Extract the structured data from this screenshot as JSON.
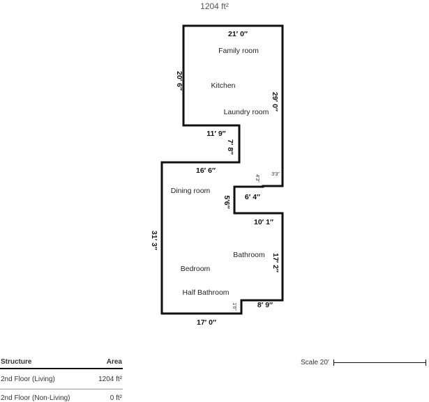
{
  "total_area": "1204 ft²",
  "rooms": {
    "family_room": "Family room",
    "kitchen": "Kitchen",
    "laundry_room": "Laundry room",
    "dining_room": "Dining room",
    "bathroom": "Bathroom",
    "bedroom": "Bedroom",
    "half_bathroom": "Half Bathroom"
  },
  "dimensions": {
    "top_width": "21′ 0″",
    "left_upper": "20′ 6″",
    "right_upper": "29′ 0″",
    "step_width": "11′ 9″",
    "step_height": "7′ 8″",
    "dining_width": "16′ 6″",
    "notch_small_v": "4′3″",
    "notch_small_h": "3′3″",
    "notch_width": "6′ 4″",
    "notch_height": "5′6″",
    "bath_width": "10′ 1″",
    "bath_height": "17′ 2″",
    "left_lower": "31′ 3″",
    "bottom_width": "17′ 0″",
    "bottom_right_width": "8′ 9″",
    "bottom_small": "1′6″"
  },
  "area_table": {
    "header_structure": "Structure",
    "header_area": "Area",
    "rows": [
      {
        "structure": "2nd Floor (Living)",
        "area": "1204 ft²"
      },
      {
        "structure": "2nd Floor (Non-Living)",
        "area": "0 ft²"
      }
    ]
  },
  "scale": {
    "label": "Scale 20′"
  }
}
